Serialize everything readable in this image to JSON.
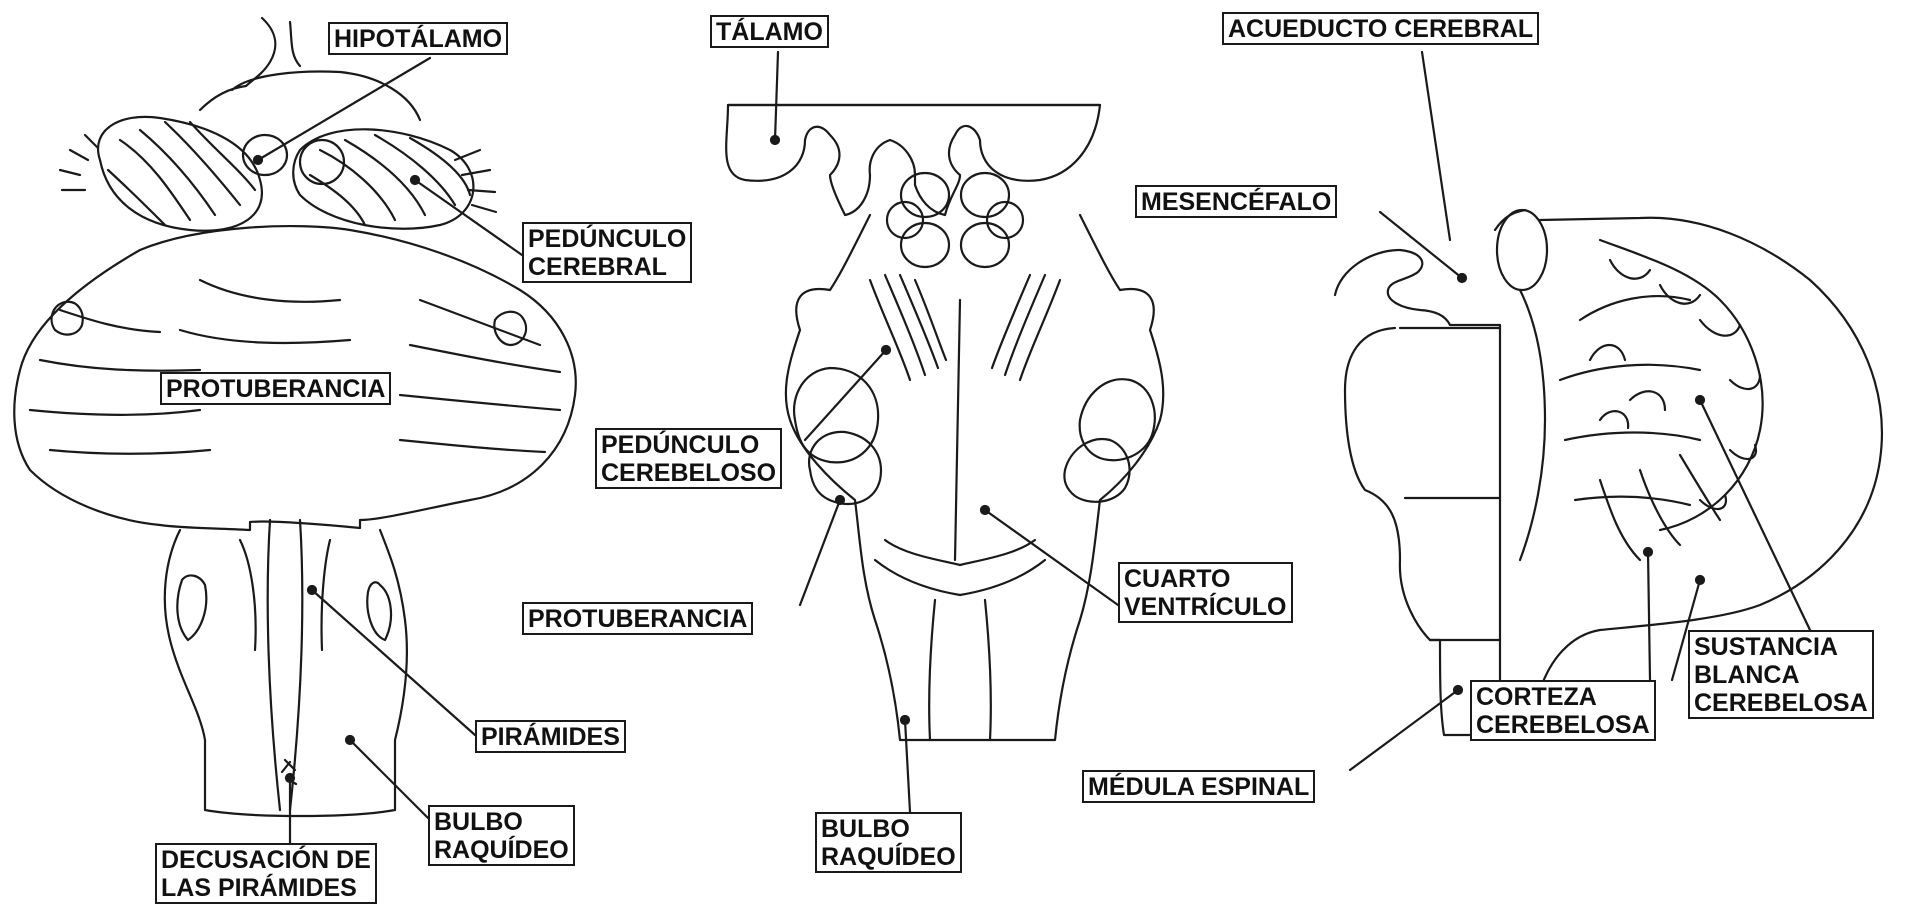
{
  "diagram": {
    "panels": [
      "ventral-view",
      "dorsal-view",
      "sagittal-section"
    ],
    "labels": {
      "hipotalamo": "HIPOTÁLAMO",
      "pedunculo_cerebral": [
        "PEDÚNCULO",
        "CEREBRAL"
      ],
      "protuberancia_left": "PROTUBERANCIA",
      "piramides": "PIRÁMIDES",
      "bulbo_left": [
        "BULBO",
        "RAQUÍDEO"
      ],
      "decusacion": [
        "DECUSACIÓN DE",
        "LAS PIRÁMIDES"
      ],
      "talamo": "TÁLAMO",
      "pedunculo_cerebeloso": [
        "PEDÚNCULO",
        "CEREBELOSO"
      ],
      "protuberancia_center": "PROTUBERANCIA",
      "cuarto_ventriculo": [
        "CUARTO",
        "VENTRÍCULO"
      ],
      "bulbo_center": [
        "BULBO",
        "RAQUÍDEO"
      ],
      "acueducto": "ACUEDUCTO CEREBRAL",
      "mesencefalo": "MESENCÉFALO",
      "sustancia_blanca": [
        "SUSTANCIA",
        "BLANCA",
        "CEREBELOSA"
      ],
      "corteza": [
        "CORTEZA",
        "CEREBELOSA"
      ],
      "medula": "MÉDULA ESPINAL"
    },
    "colors": {
      "stroke": "#1a1a1a",
      "background": "#ffffff"
    }
  }
}
